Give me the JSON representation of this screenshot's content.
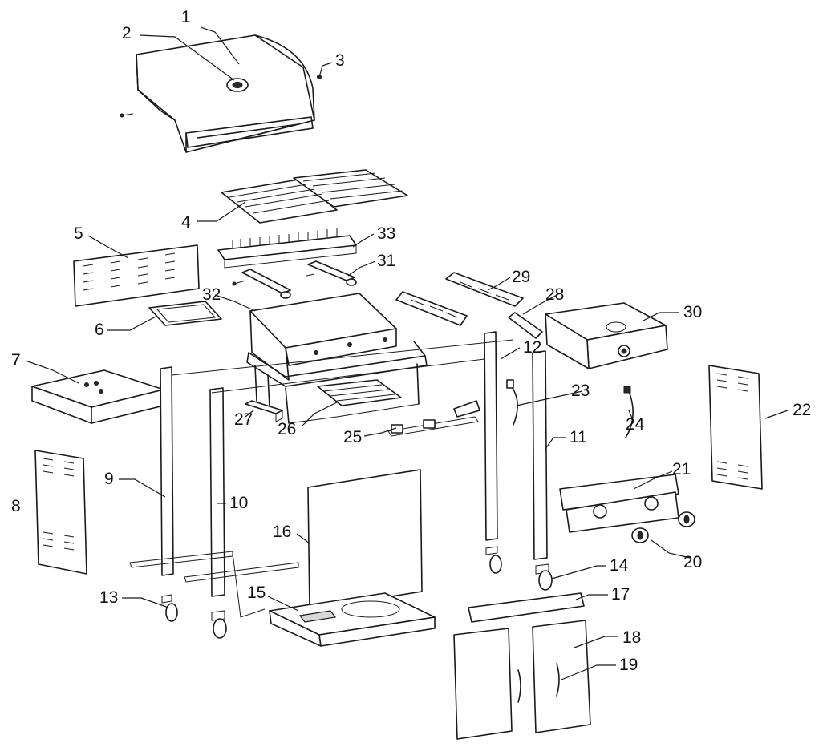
{
  "diagram": {
    "parts": [
      {
        "number": "1"
      },
      {
        "number": "2"
      },
      {
        "number": "3"
      },
      {
        "number": "4"
      },
      {
        "number": "5"
      },
      {
        "number": "6"
      },
      {
        "number": "7"
      },
      {
        "number": "8"
      },
      {
        "number": "9"
      },
      {
        "number": "10"
      },
      {
        "number": "11"
      },
      {
        "number": "12"
      },
      {
        "number": "13"
      },
      {
        "number": "14"
      },
      {
        "number": "15"
      },
      {
        "number": "16"
      },
      {
        "number": "17"
      },
      {
        "number": "18"
      },
      {
        "number": "19"
      },
      {
        "number": "20"
      },
      {
        "number": "21"
      },
      {
        "number": "22"
      },
      {
        "number": "23"
      },
      {
        "number": "24"
      },
      {
        "number": "25"
      },
      {
        "number": "26"
      },
      {
        "number": "27"
      },
      {
        "number": "28"
      },
      {
        "number": "29"
      },
      {
        "number": "30"
      },
      {
        "number": "31"
      },
      {
        "number": "32"
      },
      {
        "number": "33"
      }
    ]
  }
}
